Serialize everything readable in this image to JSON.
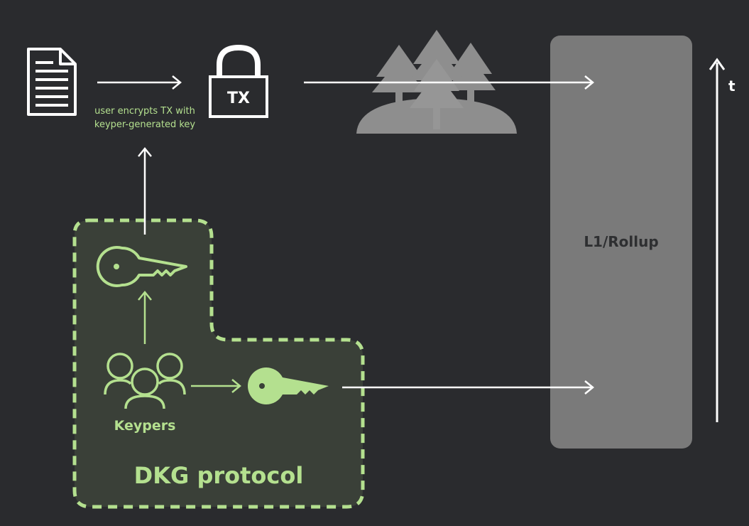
{
  "colors": {
    "background": "#2a2b2e",
    "accent_green": "#b4e08f",
    "white": "#ffffff",
    "panel_gray": "#7a7a7a",
    "forest_gray": "#8e8e8e",
    "dkg_fill": "#3a4038"
  },
  "labels": {
    "tx_lock": "TX",
    "encrypt_caption_line1": "user encrypts TX with",
    "encrypt_caption_line2": "keyper-generated key",
    "l1_rollup": "L1/Rollup",
    "time_axis": "t",
    "keypers": "Keypers",
    "dkg_protocol": "DKG protocol"
  },
  "icons": [
    "document-icon",
    "lock-icon",
    "forest-icon",
    "key-icon",
    "keypers-group-icon"
  ]
}
